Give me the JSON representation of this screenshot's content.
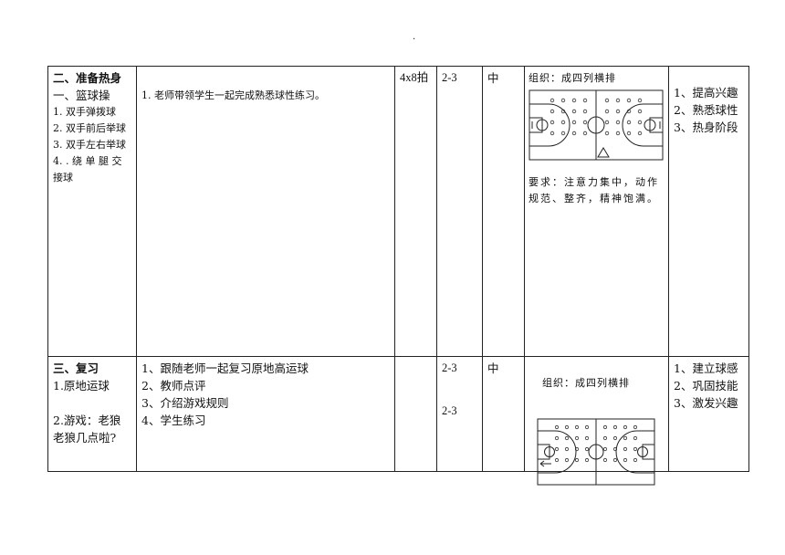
{
  "header_dot": ".",
  "rows": [
    {
      "section_title": "二、准备热身",
      "sub_title": "一、篮球操",
      "items": [
        "1. 双手弹拨球",
        "2. 双手前后举球",
        "3. 双手左右举球",
        "4. . 绕 单 腿 交 接球"
      ],
      "activity": "1. 老师带领学生一起完成熟悉球性练习。",
      "beats": "4x8拍",
      "times": "2-3",
      "intensity": "中",
      "org_label": "组织：成四列横排",
      "requirement": "要求：注意力集中，动作规范、整齐，精神饱满。",
      "goals": [
        "1、提高兴趣",
        "2、熟悉球性",
        "3、热身阶段"
      ]
    },
    {
      "section_title": "三、复习",
      "sub_title": "1.原地运球",
      "game": "2.游戏：老狼老狼几点啦?",
      "activities": [
        "1、跟随老师一起复习原地高运球",
        "2、教师点评",
        "3、介绍游戏规则",
        "4、学生练习"
      ],
      "beats": "",
      "times": [
        "2-3",
        "2-3"
      ],
      "intensity": "中",
      "org_label": "组织：成四列横排",
      "goals": [
        "1、建立球感",
        "2、巩固技能",
        "3、激发兴趣"
      ]
    }
  ]
}
